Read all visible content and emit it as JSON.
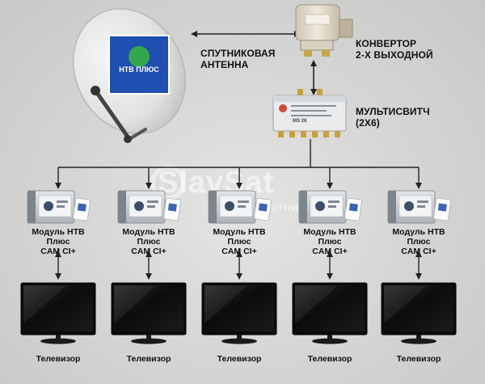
{
  "labels": {
    "antenna_line1": "СПУТНИКОВАЯ",
    "antenna_line2": "АНТЕННА",
    "converter_line1": "КОНВЕРТОР",
    "converter_line2": "2-Х ВЫХОДНОЙ",
    "multiswitch_line1": "МУЛЬТИСВИТЧ",
    "multiswitch_line2": "(2Х6)",
    "dish_logo": "НТВ ПЛЮС",
    "multiswitch_text": "MS 26",
    "watermark": "SlavSat",
    "watermark_sub": "СПУТНИК"
  },
  "modules": [
    {
      "line1": "Модуль НТВ Плюс",
      "line2": "CAM CI+"
    },
    {
      "line1": "Модуль НТВ Плюс",
      "line2": "CAM CI+"
    },
    {
      "line1": "Модуль НТВ Плюс",
      "line2": "CAM CI+"
    },
    {
      "line1": "Модуль НТВ Плюс",
      "line2": "CAM CI+"
    },
    {
      "line1": "Модуль НТВ Плюс",
      "line2": "CAM CI+"
    }
  ],
  "tvs": [
    {
      "label": "Телевизор"
    },
    {
      "label": "Телевизор"
    },
    {
      "label": "Телевизор"
    },
    {
      "label": "Телевизор"
    },
    {
      "label": "Телевизор"
    }
  ],
  "colors": {
    "dish": "#ececea",
    "logo_blue": "#1f4fb0",
    "logo_green": "#33a84a",
    "wire": "#222222",
    "tv_bezel": "#111111",
    "module_body": "#c9ced3"
  }
}
